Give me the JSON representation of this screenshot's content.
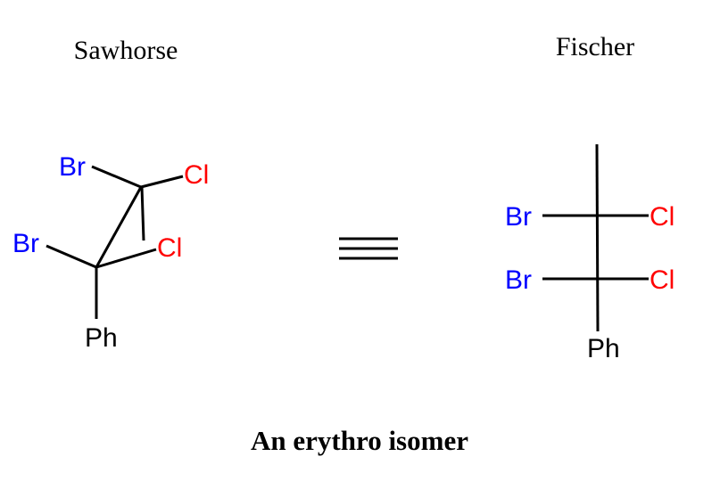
{
  "titles": {
    "sawhorse": "Sawhorse",
    "fischer": "Fischer",
    "caption": "An erythro isomer"
  },
  "sawhorse": {
    "back_left": "Br",
    "back_right": "Cl",
    "back_down": "Cl",
    "front_left": "Br",
    "front_bottom": "Ph"
  },
  "fischer": {
    "top_left": "Br",
    "top_right": "Cl",
    "bottom_left": "Br",
    "bottom_right": "Cl",
    "bottom": "Ph"
  },
  "colors": {
    "bromine": "#0000ff",
    "chlorine": "#ff0000",
    "bond": "#000000"
  }
}
